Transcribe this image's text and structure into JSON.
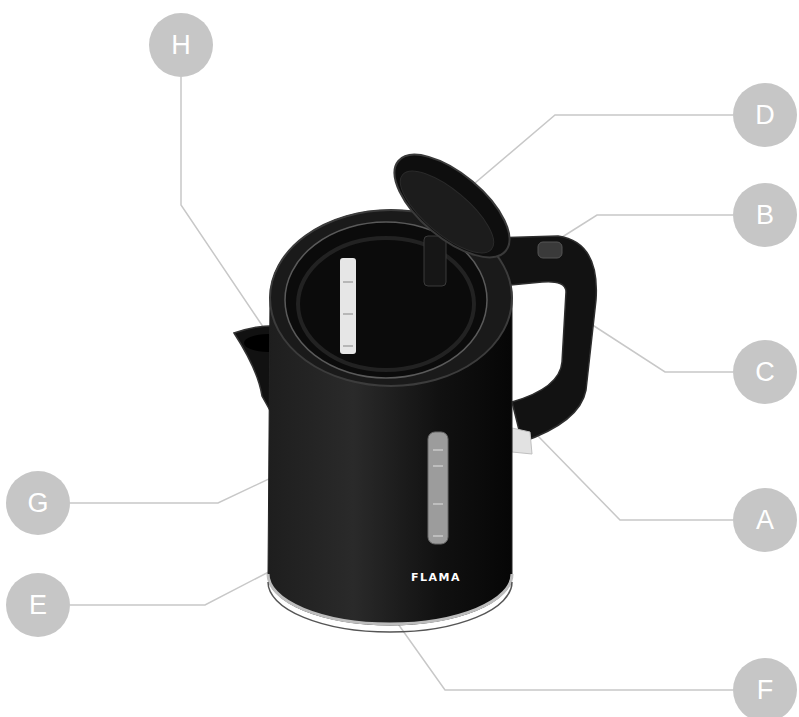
{
  "diagram": {
    "nodes": [
      {
        "text": [
          "H"
        ]
      },
      {
        "text": [
          "D"
        ]
      },
      {
        "text": [
          "B"
        ]
      },
      {
        "text": [
          "C"
        ]
      },
      {
        "text": [
          "G"
        ]
      },
      {
        "text": [
          "A"
        ]
      },
      {
        "text": [
          "E"
        ]
      },
      {
        "text": [
          "F"
        ]
      }
    ],
    "labels": [
      "FLAMA"
    ]
  }
}
